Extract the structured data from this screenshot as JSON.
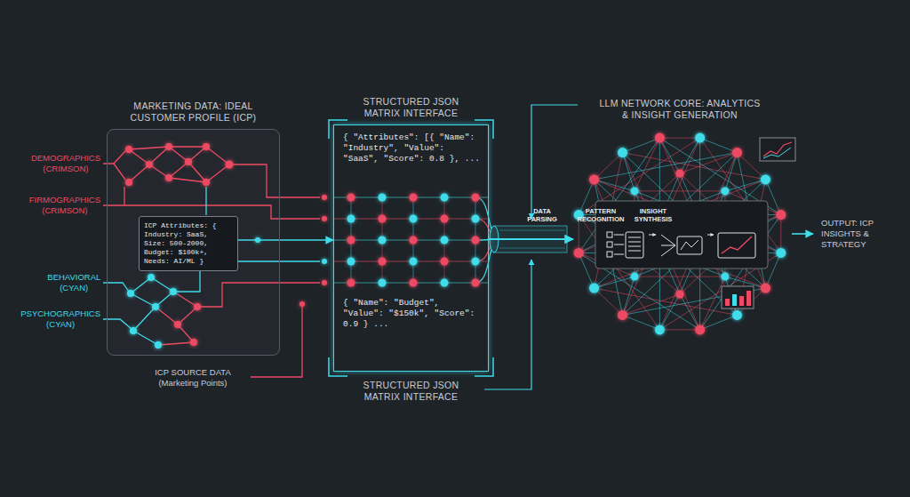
{
  "diagram": {
    "nodes": [
      {
        "text": [
          "MARKETING DATA: IDEAL CUSTOMER PROFILE (ICP)"
        ]
      },
      {
        "text": [
          "ICP Attributes: { Industry: SaaS, Size: 500-2000, Budget: $100k+, Needs: AI/ML }"
        ],
        "in": 0
      },
      {
        "text": [
          "STRUCTURED JSON MATRIX INTERFACE",
          "{ \"Attributes\": [{ \"Name\": \"Industry\", \"Value\": \"SaaS\", \"Score\": 0.8 }, ...",
          "{ \"Name\": \"Budget\", \"Value\": \"$150k\", \"Score\": 0.9 } ...",
          "STRUCTURED JSON MATRIX INTERFACE"
        ]
      },
      {
        "text": [
          "LLM NETWORK CORE: ANALYTICS & INSIGHT GENERATION"
        ]
      },
      {
        "text": [
          "DATA PARSING"
        ],
        "in": 3
      },
      {
        "text": [
          "PATTERN RECOGNITION"
        ],
        "in": 3
      },
      {
        "text": [
          "INSIGHT SYNTHESIS"
        ],
        "in": 3
      }
    ],
    "edges": [
      {
        "from": 0,
        "to": 2,
        "arrow": "to"
      },
      {
        "from": 2,
        "to": 3,
        "arrow": "to"
      },
      {
        "from": 4,
        "to": 5,
        "arrow": "to"
      },
      {
        "from": 5,
        "to": 6,
        "arrow": "to"
      }
    ],
    "labels": [
      "DEMOGRAPHICS (CRIMSON)",
      "FIRMOGRAPHICS (CRIMSON)",
      "BEHAVIORAL (CYAN)",
      "PSYCHOGRAPHICS (CYAN)",
      "ICP SOURCE DATA (Marketing Points)",
      "OUTPUT: ICP INSIGHTS & STRATEGY"
    ]
  }
}
